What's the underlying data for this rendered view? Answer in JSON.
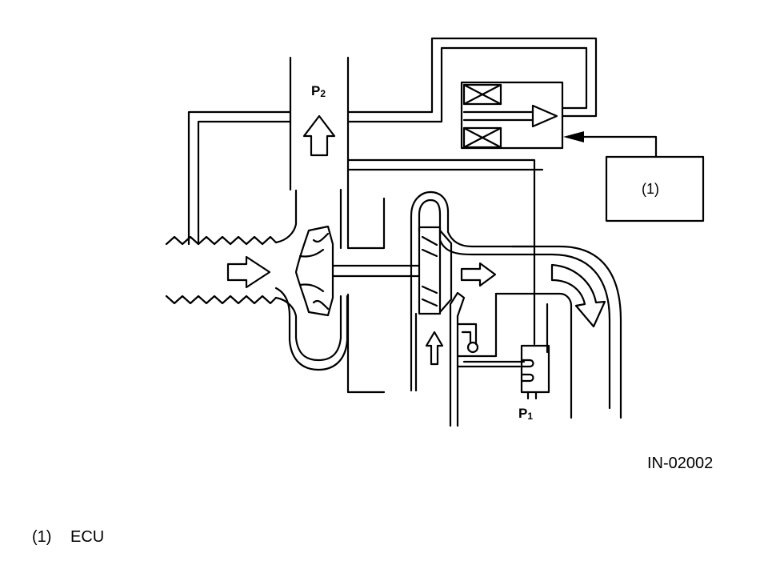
{
  "diagram": {
    "pressure_top": {
      "main": "P",
      "sub": "2"
    },
    "pressure_bottom": {
      "main": "P",
      "sub": "1"
    },
    "ecu_box_label": "(1)",
    "figure_code": "IN-02002"
  },
  "legend": {
    "items": [
      {
        "num": "(1)",
        "text": "ECU"
      }
    ]
  },
  "colors": {
    "line": "#000000",
    "background": "#ffffff"
  }
}
